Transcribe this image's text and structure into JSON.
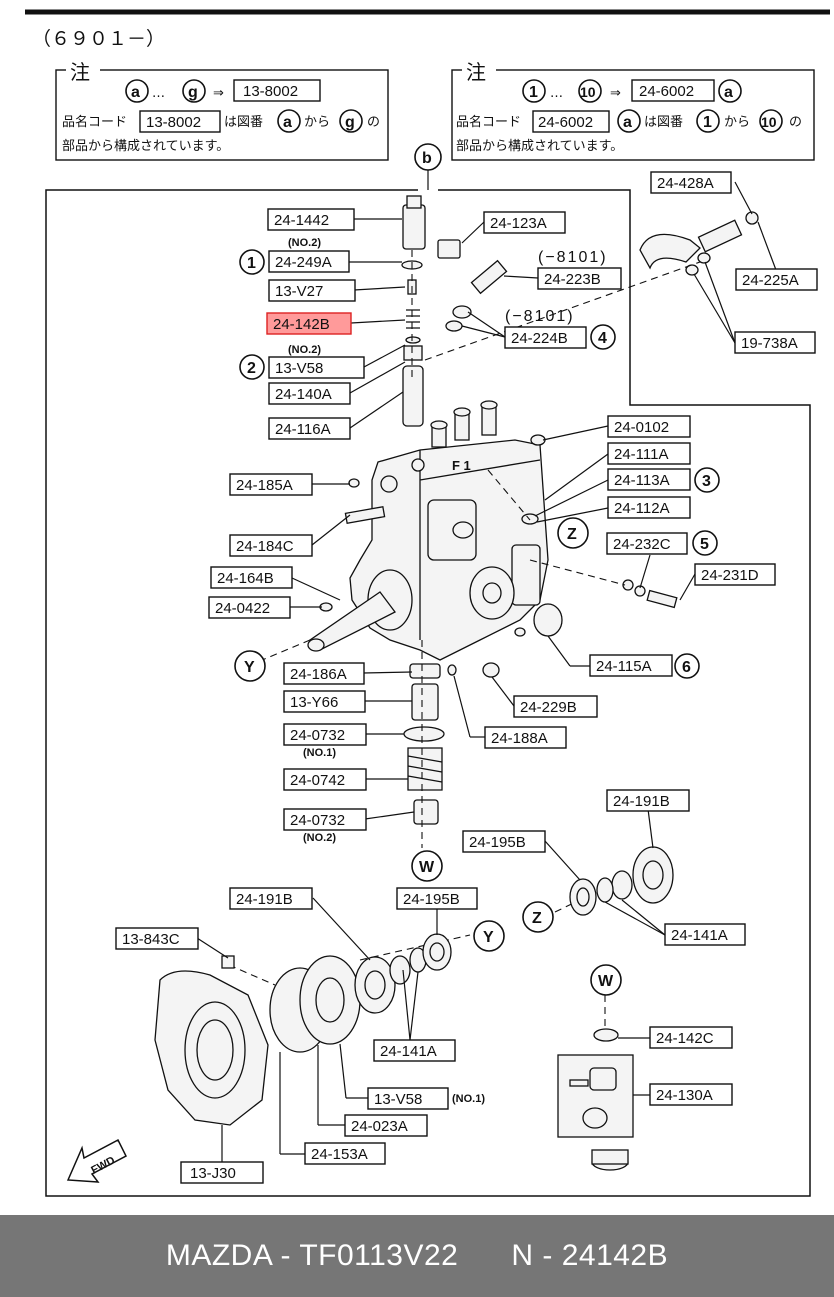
{
  "header": {
    "serial": "（６９０１－）"
  },
  "note_left": {
    "title": "注",
    "range_start": "a",
    "range_end": "g",
    "arrow": "⇒",
    "ref": "13-8002",
    "line2_prefix": "品名コード",
    "line2_code": "13-8002",
    "line2_mid": "は図番",
    "line2_a": "a",
    "line2_kara": "から",
    "line2_b": "g",
    "line2_suffix": "の",
    "line3": "部品から構成されています。"
  },
  "note_right": {
    "title": "注",
    "range_start": "1",
    "range_end": "10",
    "arrow": "⇒",
    "ref": "24-6002",
    "ref_suffix": "a",
    "line2_prefix": "品名コード",
    "line2_code": "24-6002",
    "line2_a_code": "a",
    "line2_mid": "は図番",
    "line2_a": "1",
    "line2_kara": "から",
    "line2_b": "10",
    "line2_suffix": "の",
    "line3": "部品から構成されています。"
  },
  "parts": {
    "p24_1442": "24-1442",
    "p24_249a": "24-249A",
    "p13_v27": "13-V27",
    "p24_142b": "24-142B",
    "p13_v58_top": "13-V58",
    "p24_140a": "24-140A",
    "p24_116a": "24-116A",
    "p24_123a": "24-123A",
    "p24_223b": "24-223B",
    "p24_224b": "24-224B",
    "p24_428a": "24-428A",
    "p24_225a": "24-225A",
    "p19_738a": "19-738A",
    "p24_0102": "24-0102",
    "p24_111a": "24-111A",
    "p24_113a": "24-113A",
    "p24_112a": "24-112A",
    "p24_232c": "24-232C",
    "p24_231d": "24-231D",
    "p24_185a": "24-185A",
    "p24_184c": "24-184C",
    "p24_164b": "24-164B",
    "p24_0422": "24-0422",
    "p24_115a": "24-115A",
    "p24_186a": "24-186A",
    "p13_y66": "13-Y66",
    "p24_229b": "24-229B",
    "p24_188a": "24-188A",
    "p24_0732_1": "24-0732",
    "p24_0742": "24-0742",
    "p24_0732_2": "24-0732",
    "p24_191b_right": "24-191B",
    "p24_195b_right": "24-195B",
    "p24_141a_right": "24-141A",
    "p24_191b_left": "24-191B",
    "p24_195b_left": "24-195B",
    "p13_843c": "13-843C",
    "p24_141a_left": "24-141A",
    "p13_v58_bottom": "13-V58",
    "p24_023a": "24-023A",
    "p24_153a": "24-153A",
    "p13_j30": "13-J30",
    "p24_142c": "24-142C",
    "p24_130a": "24-130A"
  },
  "subnotes": {
    "no2_a": "(NO.2)",
    "no2_b": "(NO.2)",
    "no1_a": "(NO.1)",
    "no2_c": "(NO.2)",
    "no1_b": "(NO.1)",
    "date_a": "(−8101)",
    "date_b": "(−8101)"
  },
  "callouts": {
    "b": "b",
    "c1": "1",
    "c2": "2",
    "c3": "3",
    "c4": "4",
    "c5": "5",
    "c6": "6",
    "Y1": "Y",
    "Y2": "Y",
    "Z1": "Z",
    "Z2": "Z",
    "W1": "W",
    "W2": "W"
  },
  "fwd": "FWD",
  "highlight_color": "#ff9a9a",
  "footer": {
    "text": "MAZDA - TF0113V22      N - 24142B"
  }
}
